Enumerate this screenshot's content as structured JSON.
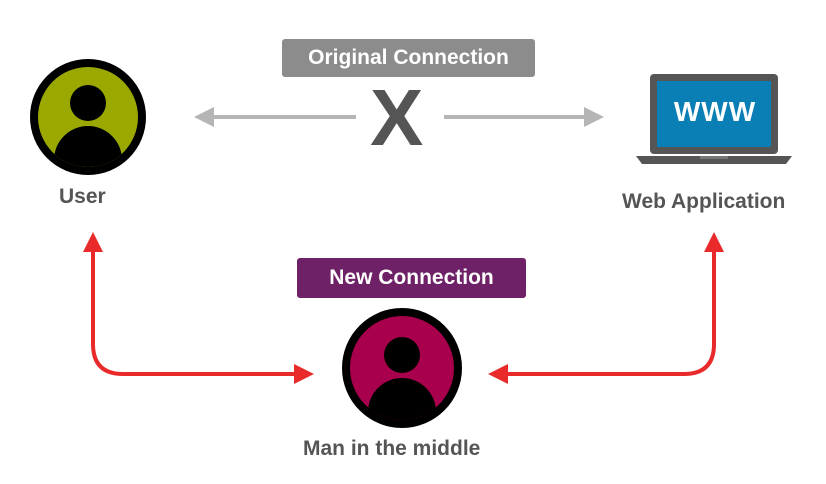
{
  "original_connection": {
    "label": "Original Connection",
    "broken_mark": "X",
    "badge_color": "#8c8c8c",
    "arrow_color": "#b5b5b5"
  },
  "new_connection": {
    "label": "New Connection",
    "badge_color": "#6e2167",
    "arrow_color": "#e82a2a"
  },
  "nodes": {
    "user": {
      "label": "User",
      "icon": "user-avatar-icon",
      "color": "#9aa800"
    },
    "web_app": {
      "label": "Web Application",
      "icon": "laptop-icon",
      "screen_text": "WWW",
      "screen_color": "#0a7fb5"
    },
    "mitm": {
      "label": "Man in the middle",
      "icon": "attacker-avatar-icon",
      "color": "#a8004c"
    }
  }
}
